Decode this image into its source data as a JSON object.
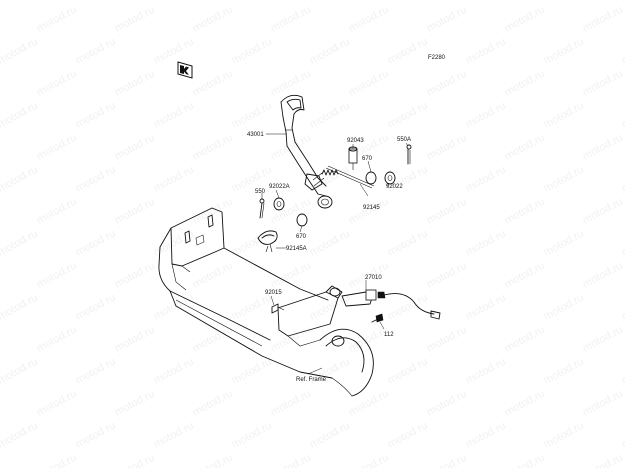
{
  "diagram": {
    "code": "F2280",
    "watermark_text": "motod.ru",
    "icon": "kawasaki-river-mark-icon",
    "labels": [
      {
        "id": "43001",
        "text": "43001"
      },
      {
        "id": "92043",
        "text": "92043"
      },
      {
        "id": "550A",
        "text": "550A"
      },
      {
        "id": "670-upper",
        "text": "670"
      },
      {
        "id": "92022A",
        "text": "92022A"
      },
      {
        "id": "92022",
        "text": "92022"
      },
      {
        "id": "550",
        "text": "550"
      },
      {
        "id": "92145",
        "text": "92145"
      },
      {
        "id": "670-lower",
        "text": "670"
      },
      {
        "id": "92145A",
        "text": "92145A"
      },
      {
        "id": "27010",
        "text": "27010"
      },
      {
        "id": "92015",
        "text": "92015"
      },
      {
        "id": "112",
        "text": "112"
      },
      {
        "id": "ref-frame",
        "text": "Ref. Frame"
      }
    ]
  }
}
